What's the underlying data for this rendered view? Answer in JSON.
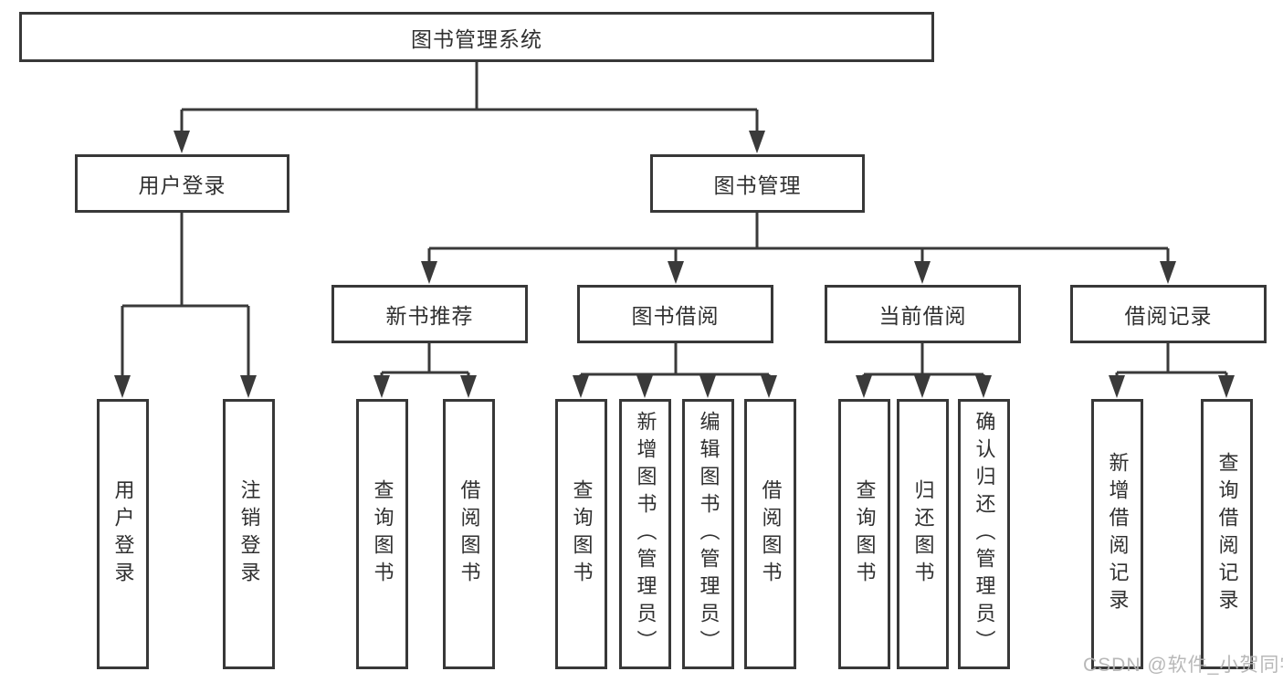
{
  "diagram": {
    "type": "hierarchy-tree",
    "line_color": "#3a3a3a",
    "text_color": "#303030",
    "background_color": "#ffffff",
    "root": {
      "label": "图书管理系统"
    },
    "login": {
      "label": "用户登录",
      "children": [
        {
          "label": "用户登录"
        },
        {
          "label": "注销登录"
        }
      ]
    },
    "management": {
      "label": "图书管理",
      "groups": [
        {
          "label": "新书推荐",
          "children": [
            {
              "label": "查询图书"
            },
            {
              "label": "借阅图书"
            }
          ]
        },
        {
          "label": "图书借阅",
          "children": [
            {
              "label": "查询图书"
            },
            {
              "label": "新增图书（管理员）"
            },
            {
              "label": "编辑图书（管理员）"
            },
            {
              "label": "借阅图书"
            }
          ]
        },
        {
          "label": "当前借阅",
          "children": [
            {
              "label": "查询图书"
            },
            {
              "label": "归还图书"
            },
            {
              "label": "确认归还（管理员）"
            }
          ]
        },
        {
          "label": "借阅记录",
          "children": [
            {
              "label": "新增借阅记录"
            },
            {
              "label": "查询借阅记录"
            }
          ]
        }
      ]
    },
    "watermark": "CSDN @软件_小贺同学"
  }
}
